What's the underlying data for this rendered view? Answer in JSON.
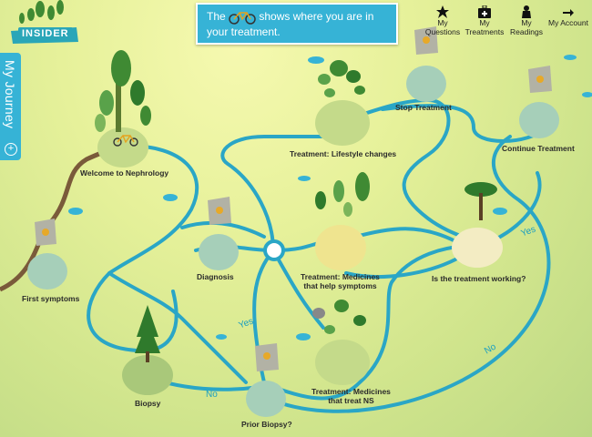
{
  "app": {
    "logo_text": "INSIDER"
  },
  "sidebar": {
    "journey_label": "My Journey"
  },
  "banner": {
    "text_before": "The",
    "text_after": "shows where you are in your treatment."
  },
  "topnav": [
    {
      "label": "My Questions",
      "icon": "star-icon"
    },
    {
      "label": "My Treatments",
      "icon": "medical-kit-icon"
    },
    {
      "label": "My Readings",
      "icon": "person-icon"
    },
    {
      "label": "My Account",
      "icon": "arrow-right-icon"
    }
  ],
  "nodes": {
    "welcome": "Welcome to Nephrology",
    "first_symptoms": "First symptoms",
    "diagnosis": "Diagnosis",
    "biopsy": "Biopsy",
    "prior_biopsy": "Prior Biopsy?",
    "lifestyle": "Treatment: Lifestyle changes",
    "medicines_symptoms_1": "Treatment: Medicines",
    "medicines_symptoms_2": "that help symptoms",
    "medicines_ns_1": "Treatment: Medicines",
    "medicines_ns_2": "that treat NS",
    "is_working": "Is the treatment working?",
    "stop": "Stop Treatment",
    "continue": "Continue Treatment"
  },
  "path_labels": {
    "yes_1": "Yes",
    "no_1": "No",
    "yes_2": "Yes",
    "no_2": "No"
  },
  "colors": {
    "path": "#2aa6c6",
    "path_start": "#7a5a3a",
    "accent": "#36b3d6"
  }
}
